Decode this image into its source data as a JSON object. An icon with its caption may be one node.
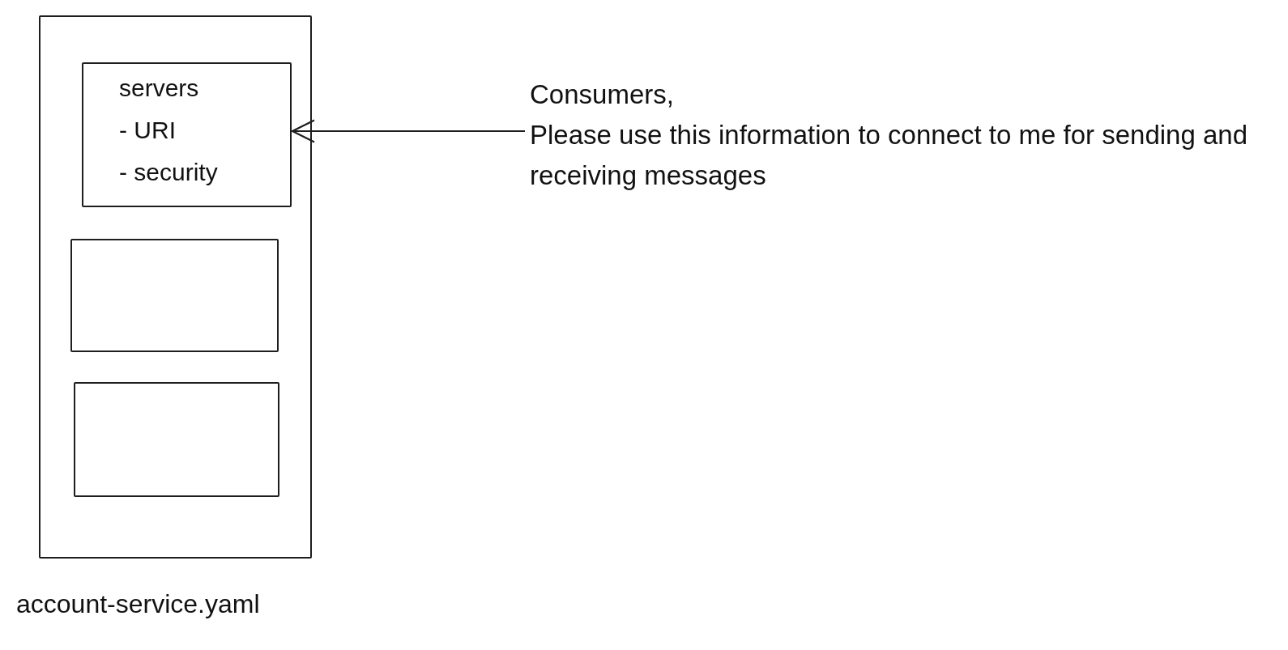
{
  "diagram": {
    "nodes": [
      {
        "text": [
          "account-service.yaml"
        ]
      },
      {
        "text": [
          "servers",
          "- URI",
          "- security"
        ],
        "in": 0
      },
      {
        "text": [],
        "shape": "box",
        "in": 0
      },
      {
        "text": [],
        "shape": "box",
        "in": 0
      },
      {
        "text": [
          "Consumers,",
          "Please use this information to connect to me for sending and receiving messages"
        ]
      }
    ],
    "edges": [
      {
        "from": 4,
        "to": 1,
        "arrow": "to"
      }
    ]
  }
}
